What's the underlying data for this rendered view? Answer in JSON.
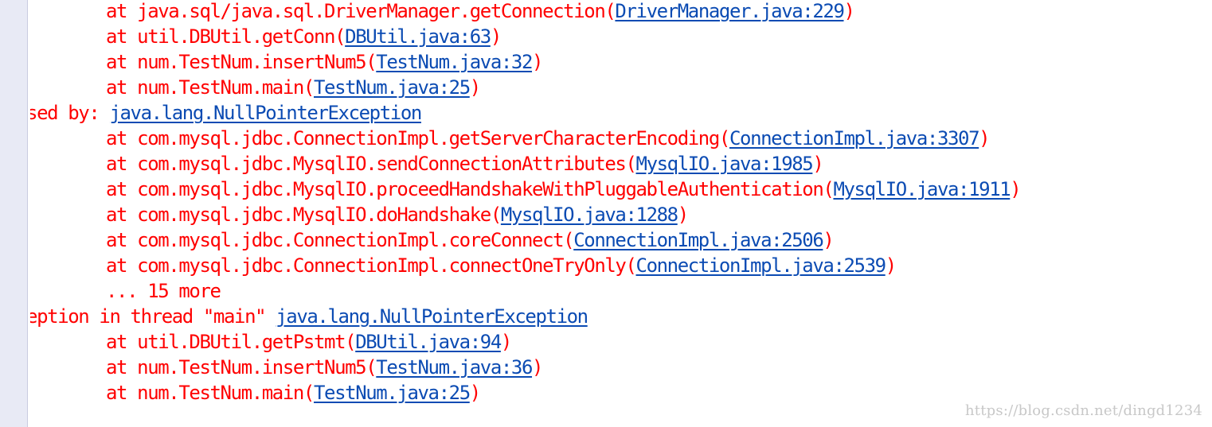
{
  "colors": {
    "error_text": "#ff0000",
    "link_text": "#0b4bb3",
    "gutter": "#e8eaf5",
    "watermark": "#c8c8c8"
  },
  "console": {
    "lines": [
      {
        "kind": "frame",
        "prefix": "at java.sql/java.sql.DriverManager.getConnection(",
        "link": "DriverManager.java:229",
        "suffix": ")"
      },
      {
        "kind": "frame",
        "prefix": "at util.DBUtil.getConn(",
        "link": "DBUtil.java:63",
        "suffix": ")"
      },
      {
        "kind": "frame",
        "prefix": "at num.TestNum.insertNum5(",
        "link": "TestNum.java:32",
        "suffix": ")"
      },
      {
        "kind": "frame",
        "prefix": "at num.TestNum.main(",
        "link": "TestNum.java:25",
        "suffix": ")"
      },
      {
        "kind": "header",
        "prefix": "used by: ",
        "link": "java.lang.NullPointerException",
        "suffix": ""
      },
      {
        "kind": "frame",
        "prefix": "at com.mysql.jdbc.ConnectionImpl.getServerCharacterEncoding(",
        "link": "ConnectionImpl.java:3307",
        "suffix": ")"
      },
      {
        "kind": "frame",
        "prefix": "at com.mysql.jdbc.MysqlIO.sendConnectionAttributes(",
        "link": "MysqlIO.java:1985",
        "suffix": ")"
      },
      {
        "kind": "frame",
        "prefix": "at com.mysql.jdbc.MysqlIO.proceedHandshakeWithPluggableAuthentication(",
        "link": "MysqlIO.java:1911",
        "suffix": ")"
      },
      {
        "kind": "frame",
        "prefix": "at com.mysql.jdbc.MysqlIO.doHandshake(",
        "link": "MysqlIO.java:1288",
        "suffix": ")"
      },
      {
        "kind": "frame",
        "prefix": "at com.mysql.jdbc.ConnectionImpl.coreConnect(",
        "link": "ConnectionImpl.java:2506",
        "suffix": ")"
      },
      {
        "kind": "frame",
        "prefix": "at com.mysql.jdbc.ConnectionImpl.connectOneTryOnly(",
        "link": "ConnectionImpl.java:2539",
        "suffix": ")"
      },
      {
        "kind": "frame",
        "prefix": "... 15 more",
        "link": "",
        "suffix": ""
      },
      {
        "kind": "header",
        "prefix": "ception in thread \"main\" ",
        "link": "java.lang.NullPointerException",
        "suffix": ""
      },
      {
        "kind": "frame",
        "prefix": "at util.DBUtil.getPstmt(",
        "link": "DBUtil.java:94",
        "suffix": ")"
      },
      {
        "kind": "frame",
        "prefix": "at num.TestNum.insertNum5(",
        "link": "TestNum.java:36",
        "suffix": ")"
      },
      {
        "kind": "frame",
        "prefix": "at num.TestNum.main(",
        "link": "TestNum.java:25",
        "suffix": ")"
      }
    ]
  },
  "watermark": "https://blog.csdn.net/dingd1234"
}
